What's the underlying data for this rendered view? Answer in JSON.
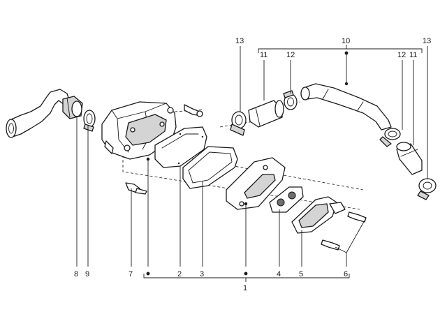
{
  "diagram": {
    "callouts": {
      "c1": "1",
      "c2": "2",
      "c3": "3",
      "c4": "4",
      "c5": "5",
      "c6": "6",
      "c7": "7",
      "c8": "8",
      "c9": "9",
      "c10": "10",
      "c11a": "11",
      "c11b": "11",
      "c12a": "12",
      "c12b": "12",
      "c13a": "13",
      "c13b": "13"
    }
  }
}
